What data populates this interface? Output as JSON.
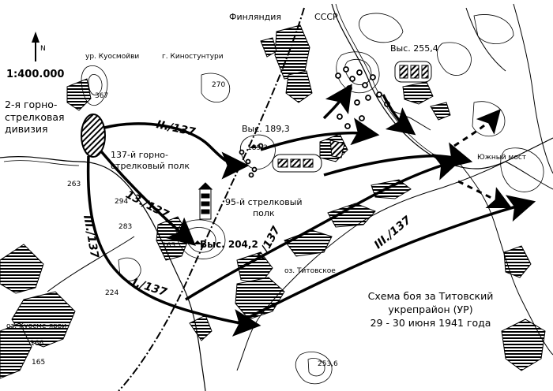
{
  "scale": "1:400.000",
  "north": "N",
  "border": {
    "left": "Финляндия",
    "right": "СССР"
  },
  "places": {
    "kuosmoaivi": "ур. Куосмойви",
    "kinostunturi": "г. Киностунтури",
    "h255": "Выс. 255,4",
    "h1893": "Выс. 189,3",
    "h2042": "Выс. 204,2",
    "south_bridge": "Южный мост",
    "titovskoe": "оз. Титовское",
    "kuosme": "оз. Куосме-ярви"
  },
  "divisions": {
    "div2": "2-я горно-\nстрелковая\nдивизия",
    "reg137": "137-й горно-\nстрелковый полк",
    "reg95": "95-й стрелковый\nполк"
  },
  "units": {
    "u1": "II./137",
    "u2": "13./137",
    "u3": "III./137",
    "u4": "I./137",
    "u5": "I./137",
    "u6": "III./137"
  },
  "spot_heights": [
    "367",
    "270",
    "263",
    "294",
    "283",
    "165",
    "189,3",
    "224",
    "166",
    "165",
    "253,6"
  ],
  "title": "Схема боя за Титовский\nукрепрайон (УР)\n29 - 30 июня 1941 года"
}
